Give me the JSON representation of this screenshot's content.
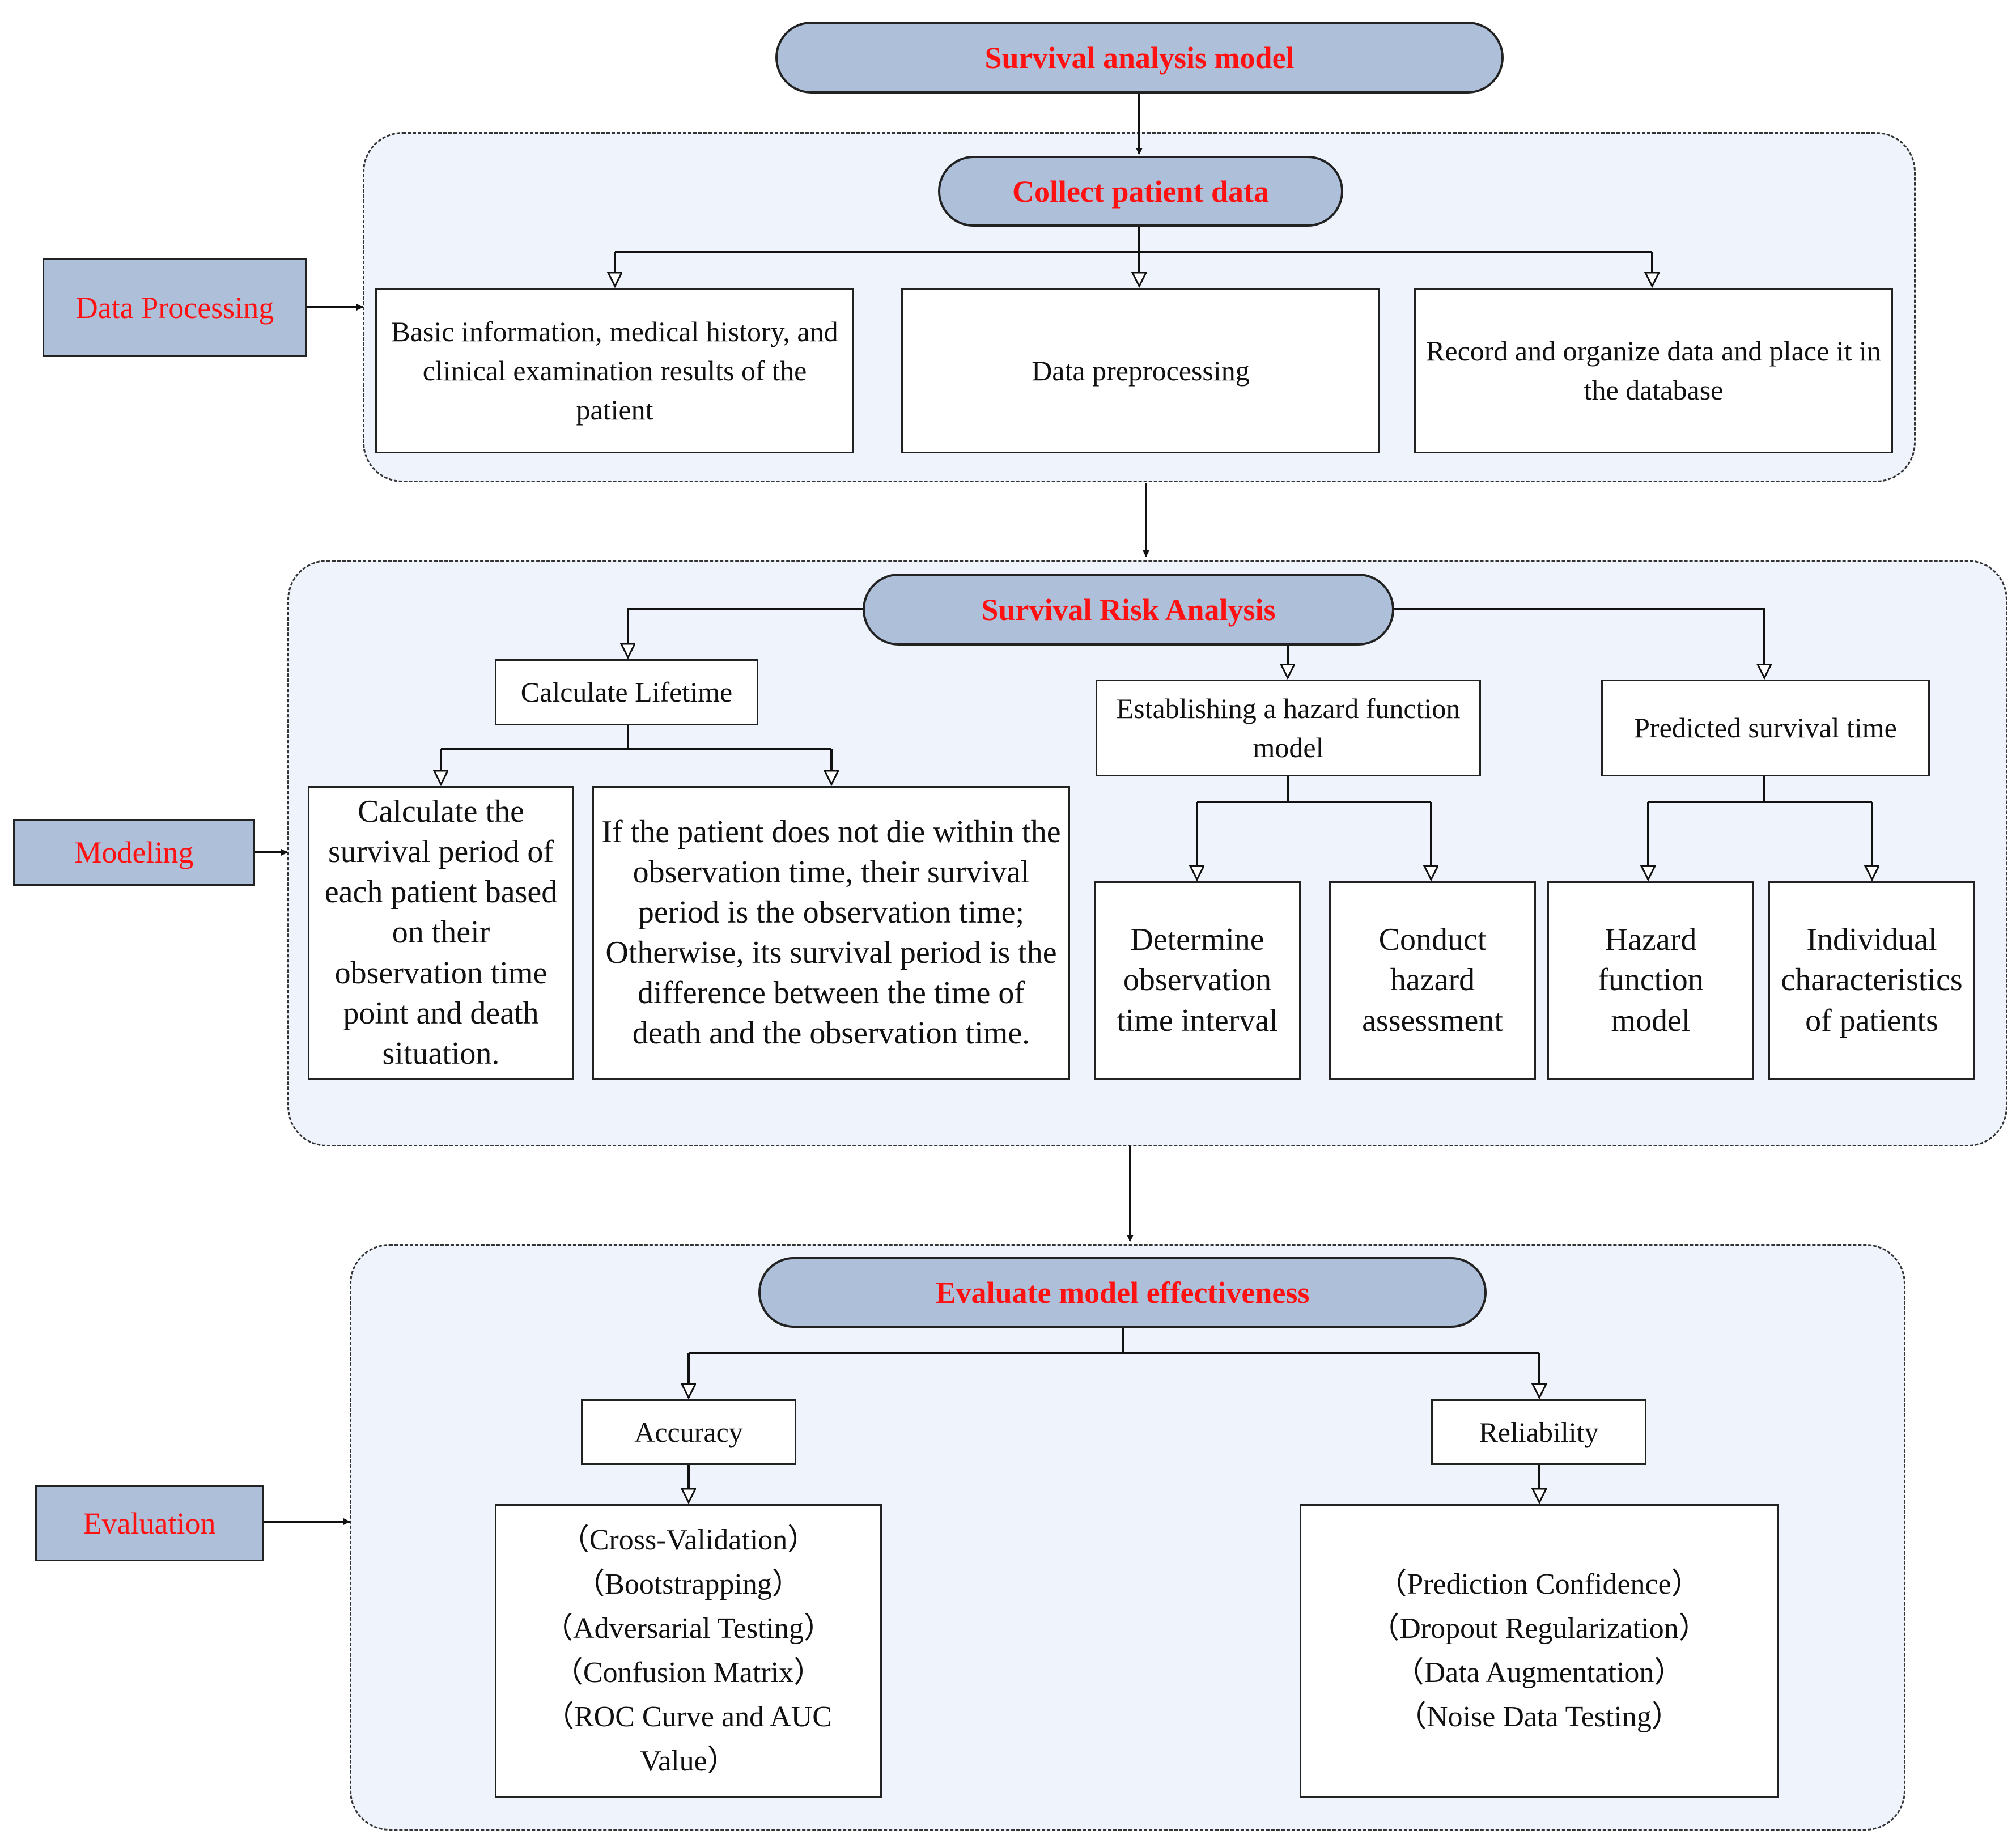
{
  "title": "Survival analysis model",
  "stages": {
    "data_processing": {
      "tag": "Data Processing",
      "head": "Collect patient data",
      "items": [
        "Basic information, medical history, and clinical examination results of the patient",
        "Data preprocessing",
        "Record and organize data and place it in the database"
      ]
    },
    "modeling": {
      "tag": "Modeling",
      "head": "Survival Risk Analysis",
      "calculate_lifetime": "Calculate Lifetime",
      "hazard_model": "Establishing a hazard function model",
      "predicted_time": "Predicted survival time",
      "leaf_survival_period": "Calculate the survival period of each patient based on their observation time point and death situation.",
      "leaf_observation": "If the patient does not die within the observation time, their survival period is the observation time; Otherwise, its survival period is the difference between the time of death and the observation time.",
      "leaf_interval": "Determine observation time interval",
      "leaf_assessment": "Conduct hazard assessment",
      "leaf_hazard_fn": "Hazard function model",
      "leaf_characteristics": "Individual characteristics of patients"
    },
    "evaluation": {
      "tag": "Evaluation",
      "head": "Evaluate model effectiveness",
      "accuracy": "Accuracy",
      "reliability": "Reliability",
      "accuracy_methods": "（Cross-Validation）\n（Bootstrapping）\n（Adversarial Testing）\n（Confusion Matrix）\n（ROC Curve and AUC Value）",
      "reliability_methods": "（Prediction Confidence）\n（Dropout Regularization）\n（Data Augmentation）\n（Noise Data Testing）"
    }
  }
}
